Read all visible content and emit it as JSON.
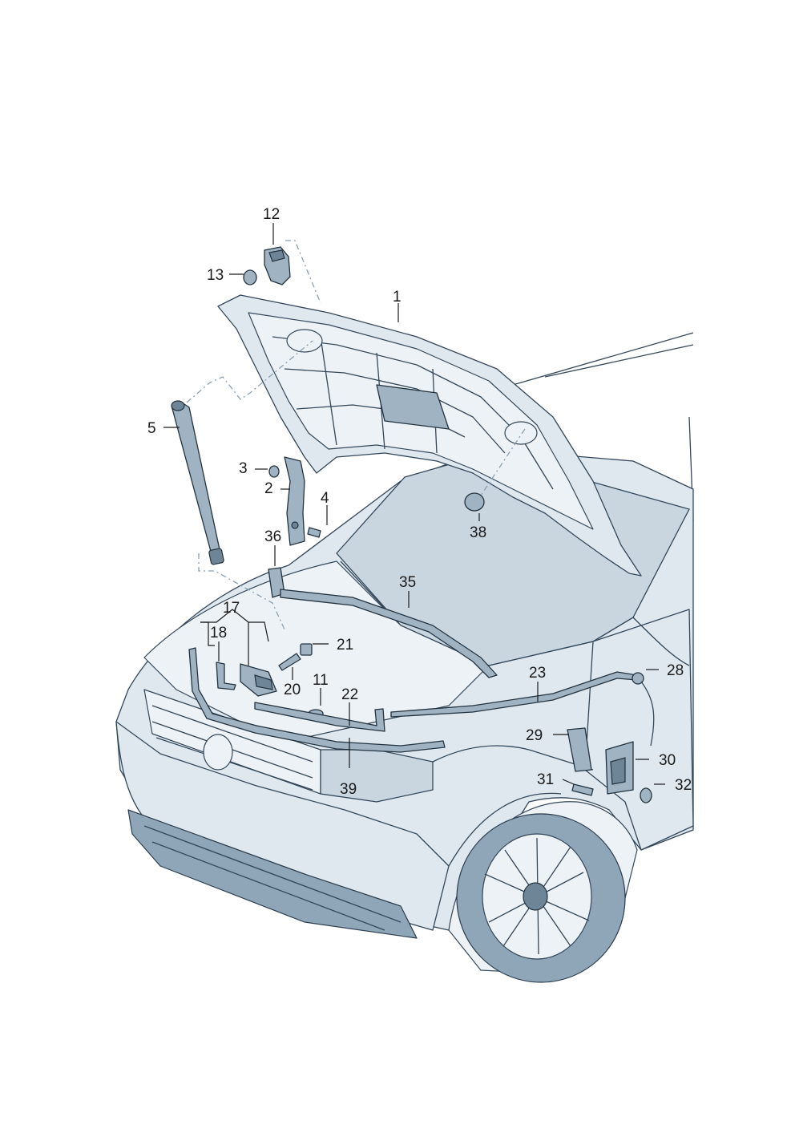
{
  "diagram": {
    "callouts": [
      {
        "id": "c1",
        "label": "1"
      },
      {
        "id": "c2",
        "label": "2"
      },
      {
        "id": "c3",
        "label": "3"
      },
      {
        "id": "c4",
        "label": "4"
      },
      {
        "id": "c5",
        "label": "5"
      },
      {
        "id": "c11",
        "label": "11"
      },
      {
        "id": "c12",
        "label": "12"
      },
      {
        "id": "c13",
        "label": "13"
      },
      {
        "id": "c17",
        "label": "17"
      },
      {
        "id": "c18",
        "label": "18"
      },
      {
        "id": "c20",
        "label": "20"
      },
      {
        "id": "c21",
        "label": "21"
      },
      {
        "id": "c22",
        "label": "22"
      },
      {
        "id": "c23",
        "label": "23"
      },
      {
        "id": "c28",
        "label": "28"
      },
      {
        "id": "c29",
        "label": "29"
      },
      {
        "id": "c30",
        "label": "30"
      },
      {
        "id": "c31",
        "label": "31"
      },
      {
        "id": "c32",
        "label": "32"
      },
      {
        "id": "c35",
        "label": "35"
      },
      {
        "id": "c36",
        "label": "36"
      },
      {
        "id": "c38",
        "label": "38"
      },
      {
        "id": "c39",
        "label": "39"
      }
    ]
  }
}
